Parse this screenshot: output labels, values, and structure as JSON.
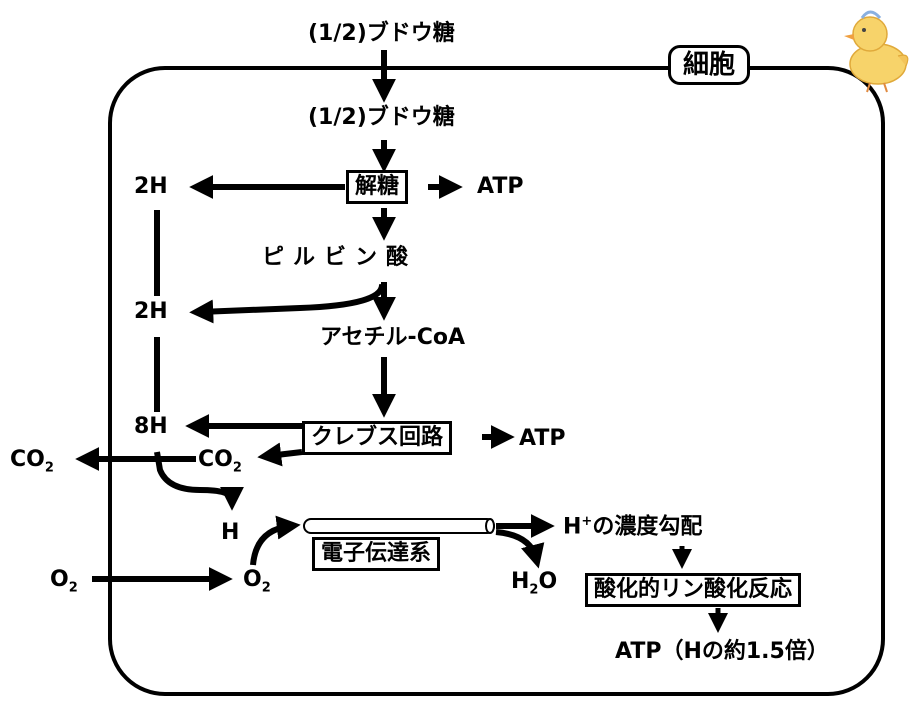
{
  "cell": {
    "title": "細胞"
  },
  "inputs": {
    "glucose_outside": "(1/2)ブドウ糖",
    "glucose_inside": "(1/2)ブドウ糖",
    "o2_outside_main": "O",
    "o2_outside_sub": "2",
    "co2_outside_main": "CO",
    "co2_outside_sub": "2"
  },
  "glycolysis": {
    "label": "解糖",
    "atp": "ATP",
    "hydrogen": "2H"
  },
  "pyruvate": {
    "label": "ピルビン酸",
    "hydrogen": "2H"
  },
  "acetyl_coa": {
    "label": "アセチル-CoA"
  },
  "krebs": {
    "label": "クレブス回路",
    "atp": "ATP",
    "hydrogen": "8H",
    "co2_main": "CO",
    "co2_sub": "2"
  },
  "electron_transport": {
    "label": "電子伝達系",
    "h_in": "H",
    "o2_main": "O",
    "o2_sub": "2",
    "proton_main": "H",
    "proton_sup": "+",
    "proton_rest": "の濃度勾配",
    "water_h": "H",
    "water_sub": "2",
    "water_o": "O"
  },
  "oxphos": {
    "label": "酸化的リン酸化反応",
    "atp": "ATP（Hの約1.5倍）"
  }
}
